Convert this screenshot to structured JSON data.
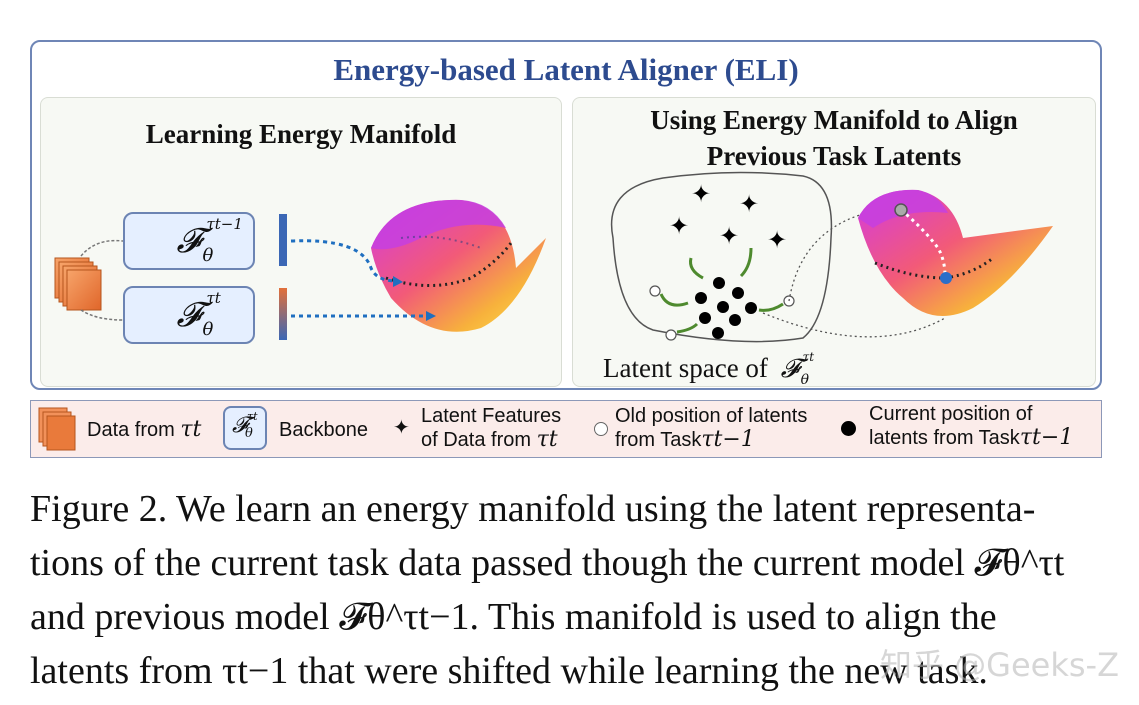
{
  "figure": {
    "title": "Energy-based Latent Aligner (ELI)",
    "left_panel": {
      "title": "Learning Energy Manifold",
      "model_prev": {
        "symbol": "𝓕",
        "sup": "τt−1",
        "sub": "θ"
      },
      "model_curr": {
        "symbol": "𝓕",
        "sup": "τt",
        "sub": "θ"
      }
    },
    "right_panel": {
      "title_line1": "Using Energy Manifold to Align",
      "title_line2": "Previous Task Latents",
      "latent_space_label": "Latent space of",
      "latent_space_model": {
        "symbol": "𝓕",
        "sup": "τt",
        "sub": "θ"
      }
    },
    "legend": {
      "data_label": "Data from",
      "data_sym": "τt",
      "backbone_label": "Backbone",
      "backbone_sym": {
        "symbol": "𝓕",
        "sup": "τt",
        "sub": "θ"
      },
      "latent_features_line1": "Latent Features",
      "latent_features_line2": "of Data from",
      "latent_features_sym": "τt",
      "old_position_line1": "Old position of latents",
      "old_position_line2": "from Task",
      "old_position_sym": "τt−1",
      "current_position_line1": "Current position of",
      "current_position_line2": "latents from Task",
      "current_position_sym": "τt−1"
    },
    "colors": {
      "title_blue": "#2d4b8f",
      "frame_border": "#6f86b6",
      "box_fill": "#e5efff",
      "legend_bg": "#fbecea",
      "bar_blue": "#3b67b5",
      "bar_orange": "#e2703a",
      "arrow_blue": "#1f6fc0",
      "arrow_green": "#4e8a2e"
    }
  },
  "caption": {
    "line1": "Figure 2. We learn an energy manifold using the latent representa-",
    "line2": "tions of the current task data passed though the current model 𝓕θ^τt",
    "line3": "and previous model 𝓕θ^τt−1.  This manifold is used to align the",
    "line4": "latents from τt−1 that were shifted while learning the new task."
  },
  "watermark": "知乎 @Geeks-Z"
}
